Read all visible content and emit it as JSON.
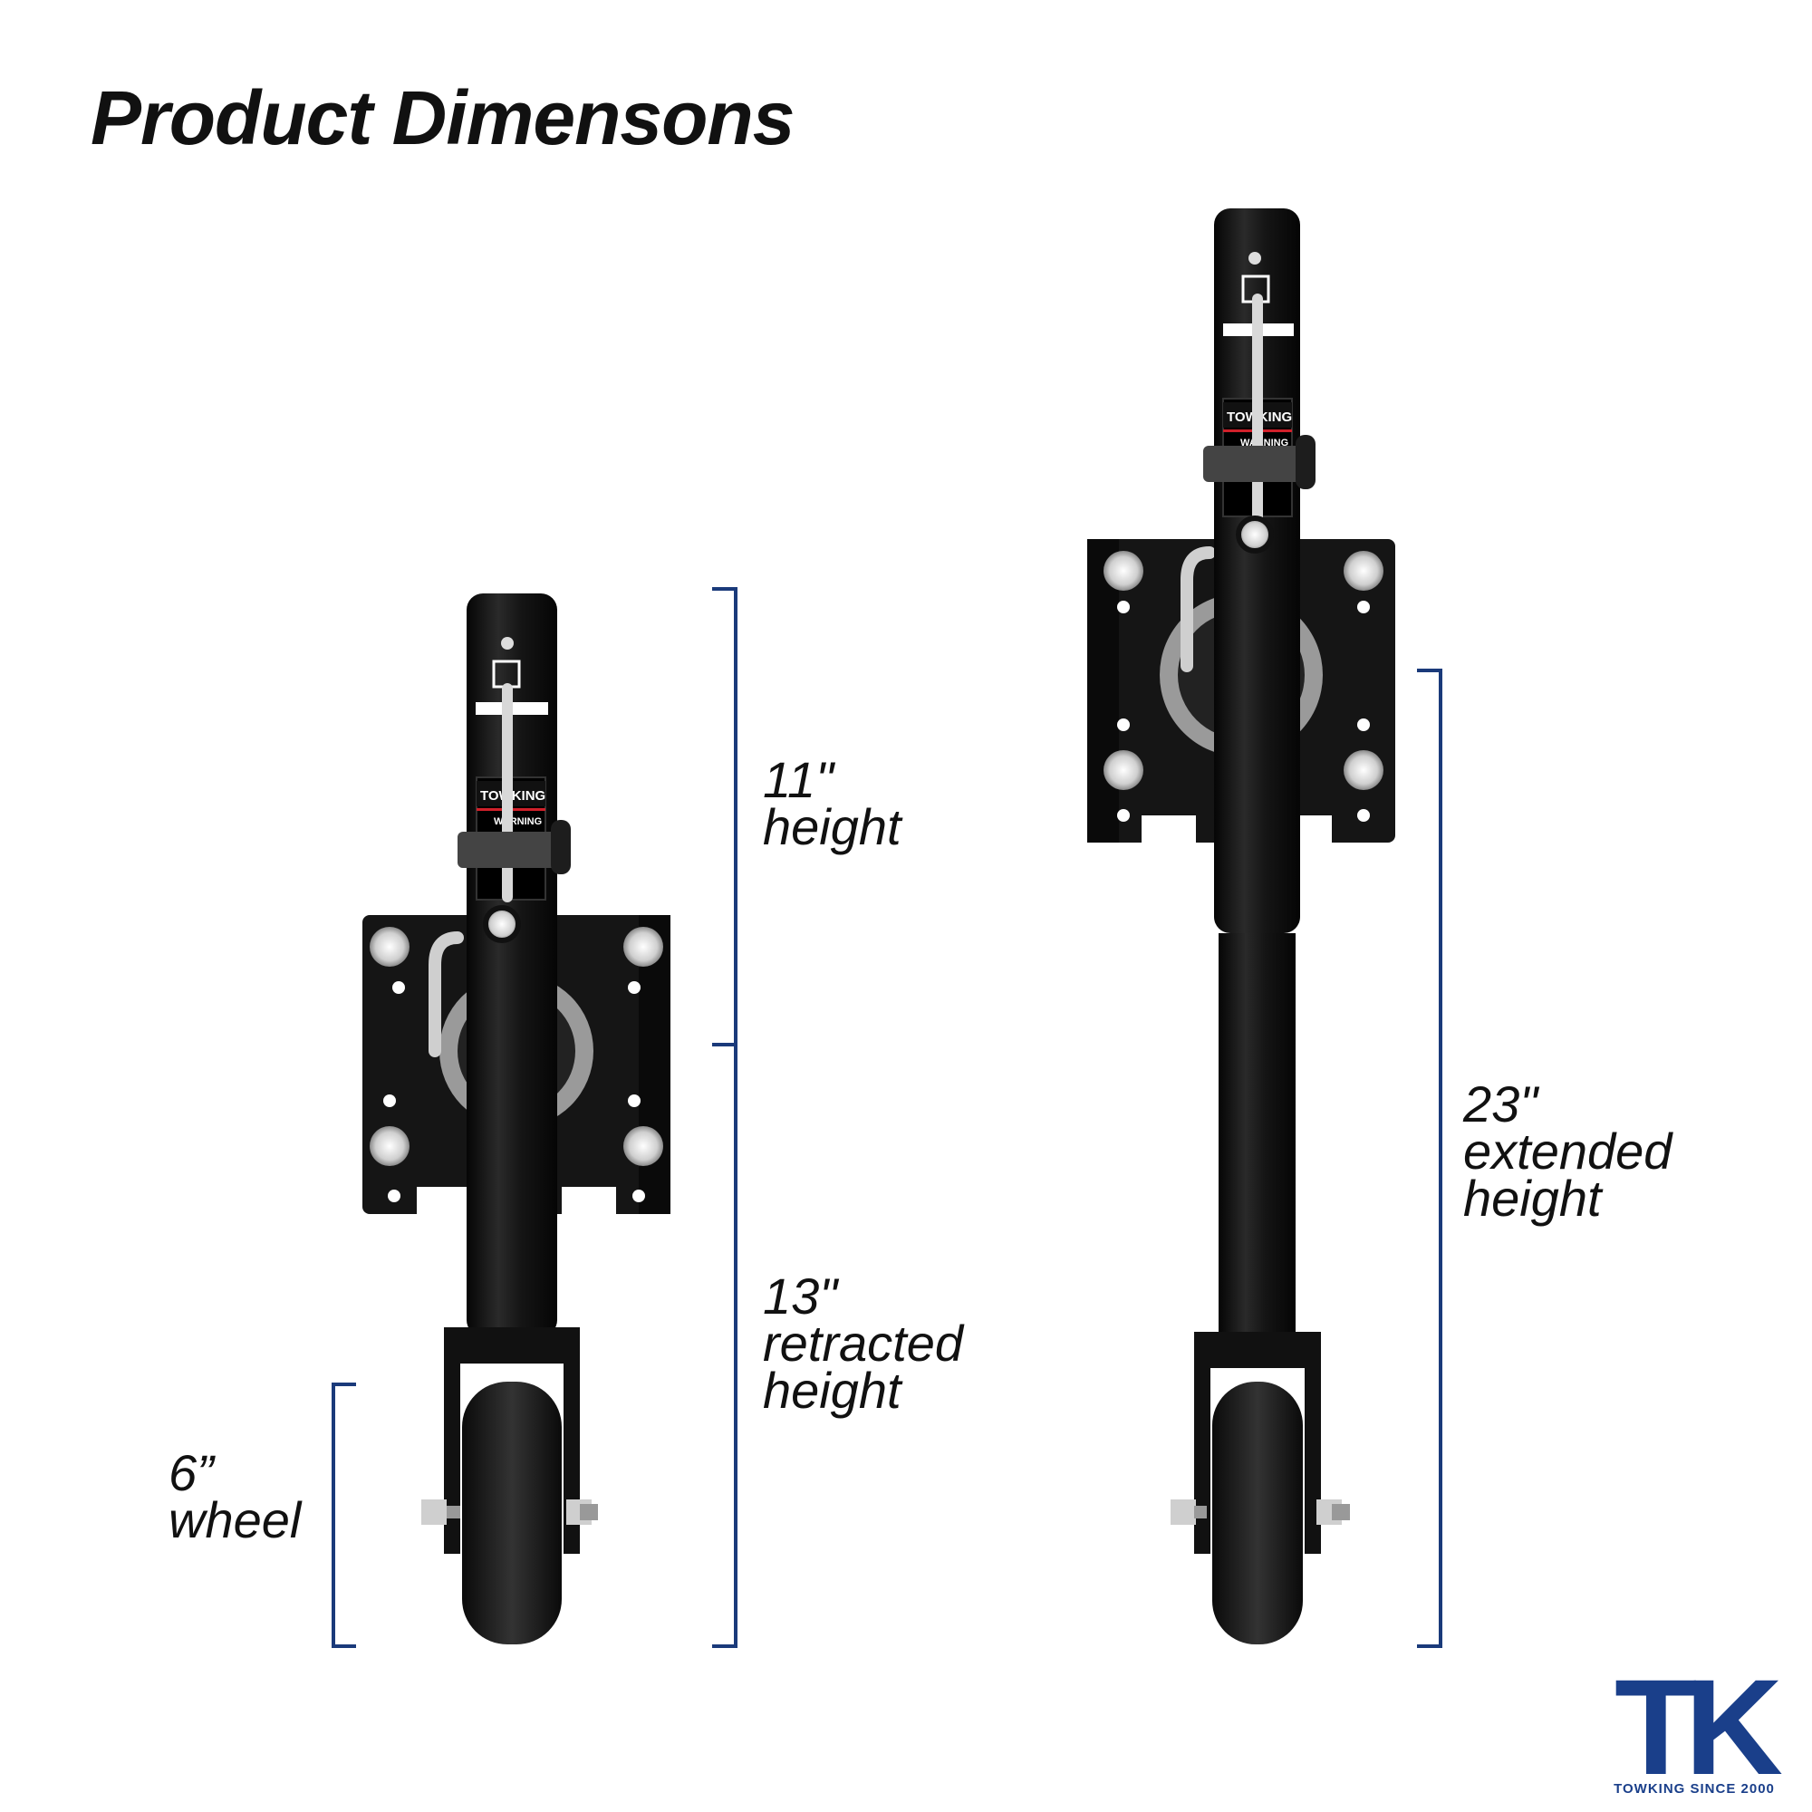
{
  "title": "Product Dimensons",
  "dimensions": {
    "wheel": {
      "value": "6”",
      "label": "wheel"
    },
    "top_height": {
      "value": "11\"",
      "label": "height"
    },
    "retracted": {
      "value": "13\"",
      "label1": "retracted",
      "label2": "height"
    },
    "extended": {
      "value": "23\"",
      "label1": "extended",
      "label2": "height"
    }
  },
  "product_label": {
    "brand": "TOWKING",
    "warning": "WARNING"
  },
  "logo": {
    "mark": "TK",
    "tagline": "TOWKING SINCE 2000",
    "color": "#1a3f8a"
  },
  "colors": {
    "bracket": "#1a3a7a",
    "jack": "#111111"
  }
}
